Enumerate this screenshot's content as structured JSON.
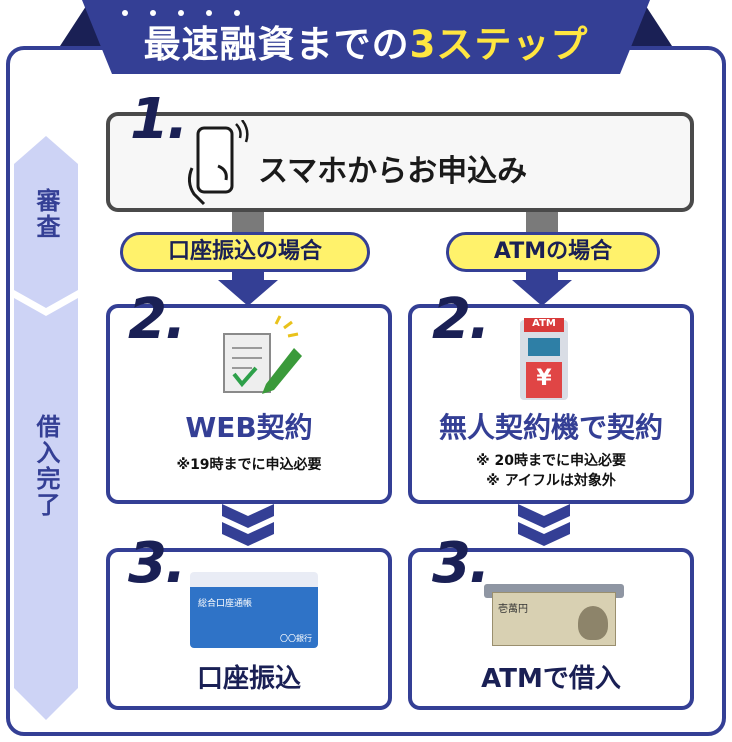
{
  "title": {
    "main": "最速融資までの",
    "accent": "3ステップ"
  },
  "sidebar": {
    "top": "審査",
    "bottom": "借入完了"
  },
  "step1": {
    "number": "1.",
    "label": "スマホからお申込み"
  },
  "branches": {
    "left": {
      "pill": "口座振込の場合"
    },
    "right": {
      "pill": "ATMの場合"
    }
  },
  "step2_left": {
    "number": "2.",
    "heading": "WEB契約",
    "note": "※19時までに申込必要"
  },
  "step2_right": {
    "number": "2.",
    "heading": "無人契約機で契約",
    "note1": "※ 20時までに申込必要",
    "note2": "※ アイフルは対象外",
    "atm_sign": "ATM",
    "yen": "¥"
  },
  "step3_left": {
    "number": "3.",
    "heading": "口座振込",
    "card_title": "総合口座通帳",
    "card_bank": "〇〇銀行"
  },
  "step3_right": {
    "number": "3.",
    "heading": "ATMで借入",
    "bill_text": "壱萬円"
  },
  "colors": {
    "navy": "#343f95",
    "dark_navy": "#1a2055",
    "yellow": "#fff26b",
    "accent_yellow": "#ffe640",
    "sidebar": "#cdd3f5"
  }
}
